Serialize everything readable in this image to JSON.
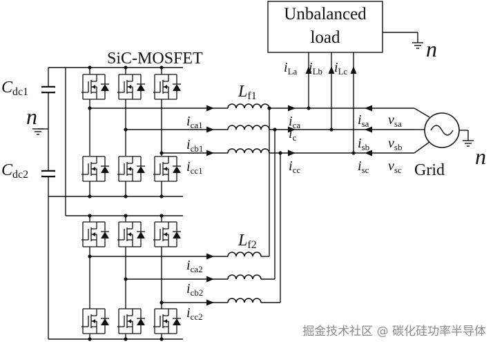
{
  "diagram": {
    "load_label_line1": "Unbalanced",
    "load_label_line2": "load",
    "mosfet_label": "SiC-MOSFET",
    "neutral_symbol": "n",
    "grid_label": "Grid",
    "capacitors": [
      {
        "main": "C",
        "sub": "dc1"
      },
      {
        "main": "C",
        "sub": "dc2"
      }
    ],
    "filter1": {
      "main": "L",
      "sub": "f1"
    },
    "filter2": {
      "main": "L",
      "sub": "f2"
    },
    "load_currents": [
      {
        "main": "i",
        "sub": "La"
      },
      {
        "main": "i",
        "sub": "Lb"
      },
      {
        "main": "i",
        "sub": "Lc"
      }
    ],
    "inverter1_currents": [
      {
        "main": "i",
        "sub": "ca1"
      },
      {
        "main": "i",
        "sub": "cb1"
      },
      {
        "main": "i",
        "sub": "cc1"
      }
    ],
    "inverter2_currents": [
      {
        "main": "i",
        "sub": "ca2"
      },
      {
        "main": "i",
        "sub": "cb2"
      },
      {
        "main": "i",
        "sub": "cc2"
      }
    ],
    "compensation_currents": [
      {
        "main": "i",
        "sub": "ca"
      },
      {
        "main": "i",
        "sub": "c"
      },
      {
        "main": "i",
        "sub": "cc"
      }
    ],
    "source_currents": [
      {
        "main": "i",
        "sub": "sa"
      },
      {
        "main": "i",
        "sub": "sb"
      },
      {
        "main": "i",
        "sub": "sc"
      }
    ],
    "source_voltages": [
      {
        "main": "v",
        "sub": "sa"
      },
      {
        "main": "v",
        "sub": "sb"
      },
      {
        "main": "v",
        "sub": "sc"
      }
    ]
  },
  "watermark": "掘金技术社区 @ 碳化硅功率半导体"
}
